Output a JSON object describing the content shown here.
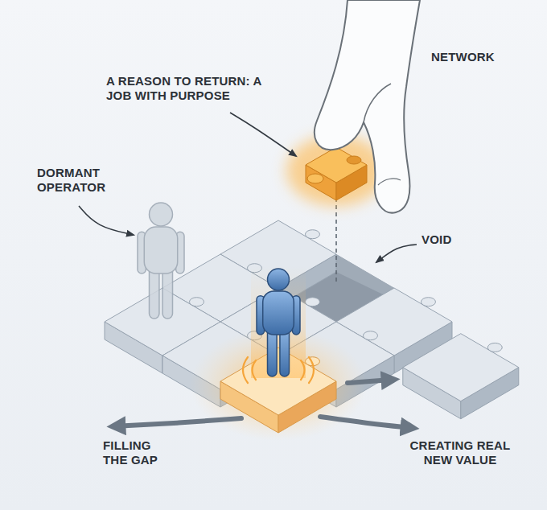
{
  "diagram": {
    "labels": [
      "A REASON TO RETURN: A JOB WITH PURPOSE",
      "NETWORK",
      "DORMANT OPERATOR",
      "VOID",
      "FILLING THE GAP",
      "CREATING REAL NEW VALUE"
    ]
  }
}
